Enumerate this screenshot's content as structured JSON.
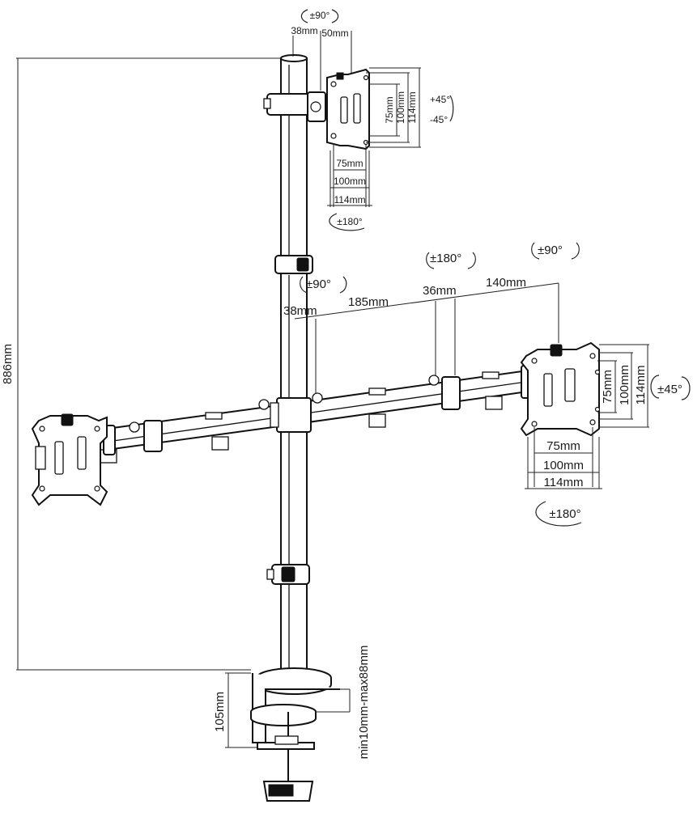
{
  "labels": {
    "total_height": "886mm",
    "top_rot90": "±90°",
    "top_38": "38mm",
    "top_50": "50mm",
    "top_75h": "75mm",
    "top_100h": "100mm",
    "top_114h": "114mm",
    "top_tilt_up": "+45°",
    "top_tilt_down": "-45°",
    "top_75w": "75mm",
    "top_100w": "100mm",
    "top_114w": "114mm",
    "top_rot180": "±180°",
    "arm_rot90_left": "±90°",
    "arm_rot180": "±180°",
    "arm_rot90_right": "±90°",
    "arm_38": "38mm",
    "arm_185": "185mm",
    "arm_36": "36mm",
    "arm_140": "140mm",
    "right_75h": "75mm",
    "right_100h": "100mm",
    "right_114h": "114mm",
    "right_tilt": "±45°",
    "right_75w": "75mm",
    "right_100w": "100mm",
    "right_114w": "114mm",
    "right_rot180": "±180°",
    "clamp_105": "105mm",
    "clamp_range": "min10mm-max88mm"
  }
}
